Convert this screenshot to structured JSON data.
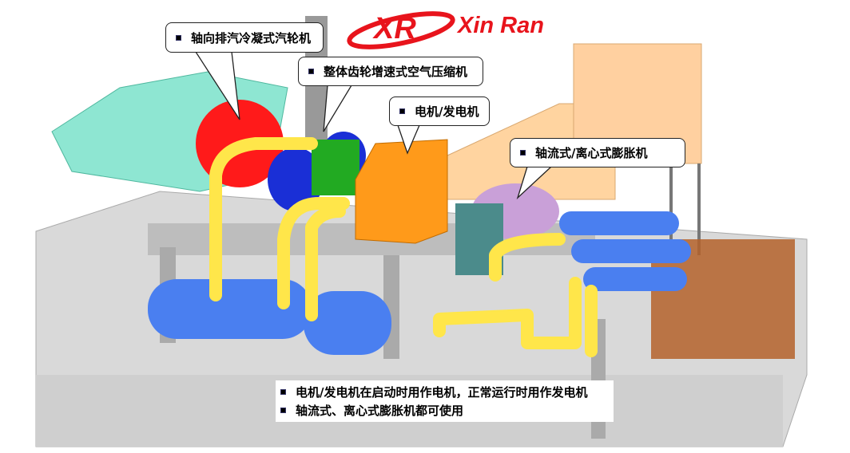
{
  "logo": {
    "mark": "XR",
    "text": "Xin Ran"
  },
  "callouts": [
    {
      "label": "轴向排汽冷凝式汽轮机"
    },
    {
      "label": "整体齿轮增速式空气压缩机"
    },
    {
      "label": "电机/发电机"
    },
    {
      "label": "轴流式/离心式膨胀机"
    }
  ],
  "notes": [
    "电机/发电机在启动时用作电机，正常运行时用作发电机",
    "轴流式、离心式膨胀机都可使用"
  ],
  "colors": {
    "turbine": "#ff1a1a",
    "compressor": "#1a2fd6",
    "gearbox": "#22aa22",
    "motor": "#ff9a1a",
    "expander": "#c9a0d8",
    "pipes": "#ffe64a",
    "vessels": "#4a7ff0",
    "duct": "#ffd4a0",
    "platform": "#d8d8d8",
    "brand": "#e8141c"
  }
}
